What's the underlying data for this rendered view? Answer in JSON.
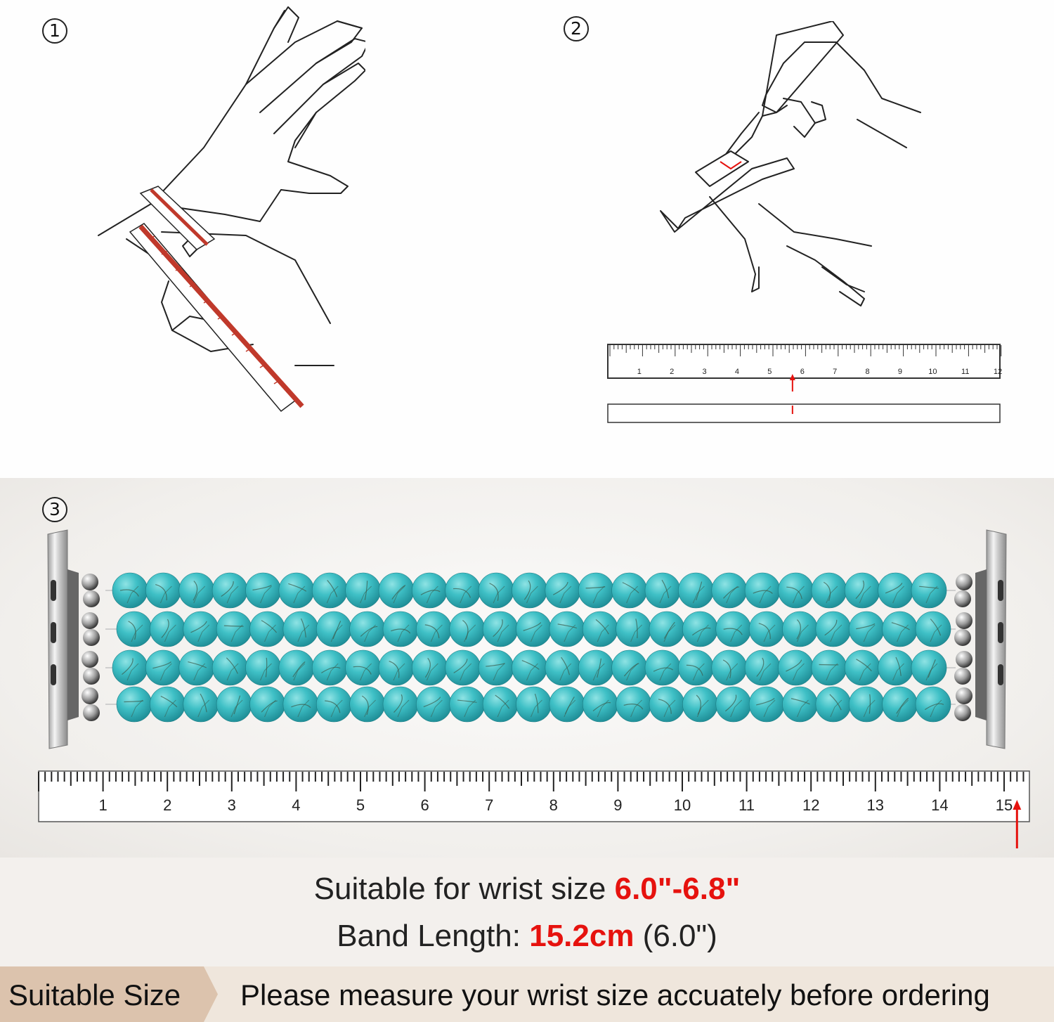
{
  "steps": {
    "step1": "1",
    "step2": "2",
    "step3": "3"
  },
  "small_ruler": {
    "labels": [
      "1",
      "2",
      "3",
      "4",
      "5",
      "6",
      "7",
      "8",
      "9",
      "10",
      "11",
      "12"
    ],
    "marked_value": 5.6
  },
  "band_ruler": {
    "labels": [
      "1",
      "2",
      "3",
      "4",
      "5",
      "6",
      "7",
      "8",
      "9",
      "10",
      "11",
      "12",
      "13",
      "14",
      "15"
    ],
    "marked_value": 15.2
  },
  "band": {
    "rows": 4,
    "beads_per_row": 25
  },
  "info": {
    "wrist_prefix": "Suitable for wrist size ",
    "wrist_value": "6.0\"-6.8\"",
    "length_prefix": "Band Length: ",
    "length_cm": "15.2cm",
    "length_in": " (6.0\")"
  },
  "footer": {
    "tag": "Suitable Size",
    "tip": "Please measure your wrist size accuately before ordering"
  },
  "colors": {
    "accent_red": "#e6120e",
    "turquoise": "#3fc0c6",
    "footer_bg": "#efe6dc",
    "tag_bg": "#dcc3ad"
  }
}
